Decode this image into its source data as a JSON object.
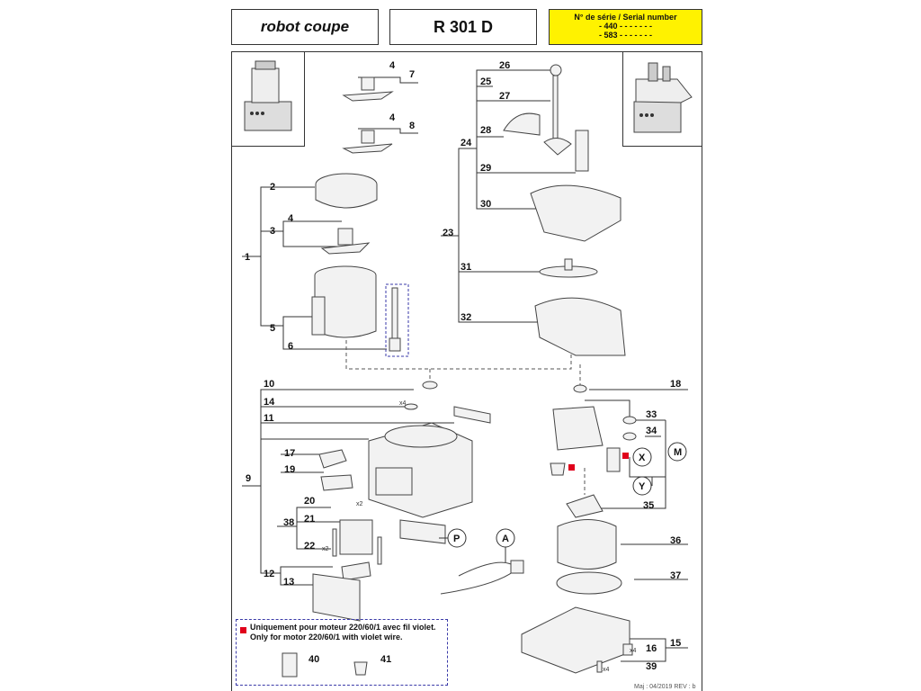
{
  "header": {
    "logo_text": "robot coupe",
    "model": "R 301 D",
    "serial_title": "N° de série / Serial number",
    "serial_line1": "- 440 - - - - -   - -",
    "serial_line2": "- 583 - - - - -   - -"
  },
  "note": {
    "line1": "Uniquement pour moteur 220/60/1 avec fil violet.",
    "line2": "Only for motor 220/60/1 with violet wire.",
    "part_a": "40",
    "part_b": "41"
  },
  "callouts": {
    "c1": "1",
    "c2": "2",
    "c3": "3",
    "c4a": "4",
    "c4b": "4",
    "c4c": "4",
    "c5": "5",
    "c6": "6",
    "c7": "7",
    "c8": "8",
    "c9": "9",
    "c10": "10",
    "c11": "11",
    "c12": "12",
    "c13": "13",
    "c14": "14",
    "c15": "15",
    "c16": "16",
    "c17": "17",
    "c18": "18",
    "c19": "19",
    "c20": "20",
    "c21": "21",
    "c22": "22",
    "c23": "23",
    "c24": "24",
    "c25": "25",
    "c26": "26",
    "c27": "27",
    "c28": "28",
    "c29": "29",
    "c30": "30",
    "c31": "31",
    "c32": "32",
    "c33": "33",
    "c34": "34",
    "c35": "35",
    "c36": "36",
    "c37": "37",
    "c38": "38",
    "c39": "39",
    "cM": "M",
    "cX": "X",
    "cY": "Y",
    "cP": "P",
    "cA": "A",
    "qty_x4a": "x4",
    "qty_x2a": "x2",
    "qty_x2b": "x2",
    "qty_x4b": "x4",
    "qty_x4c": "x4"
  },
  "colors": {
    "accent": "#fff200",
    "marker": "#e0001b",
    "dashed": "#3a3aa8"
  },
  "footer": "Maj : 04/2019   REV : b"
}
